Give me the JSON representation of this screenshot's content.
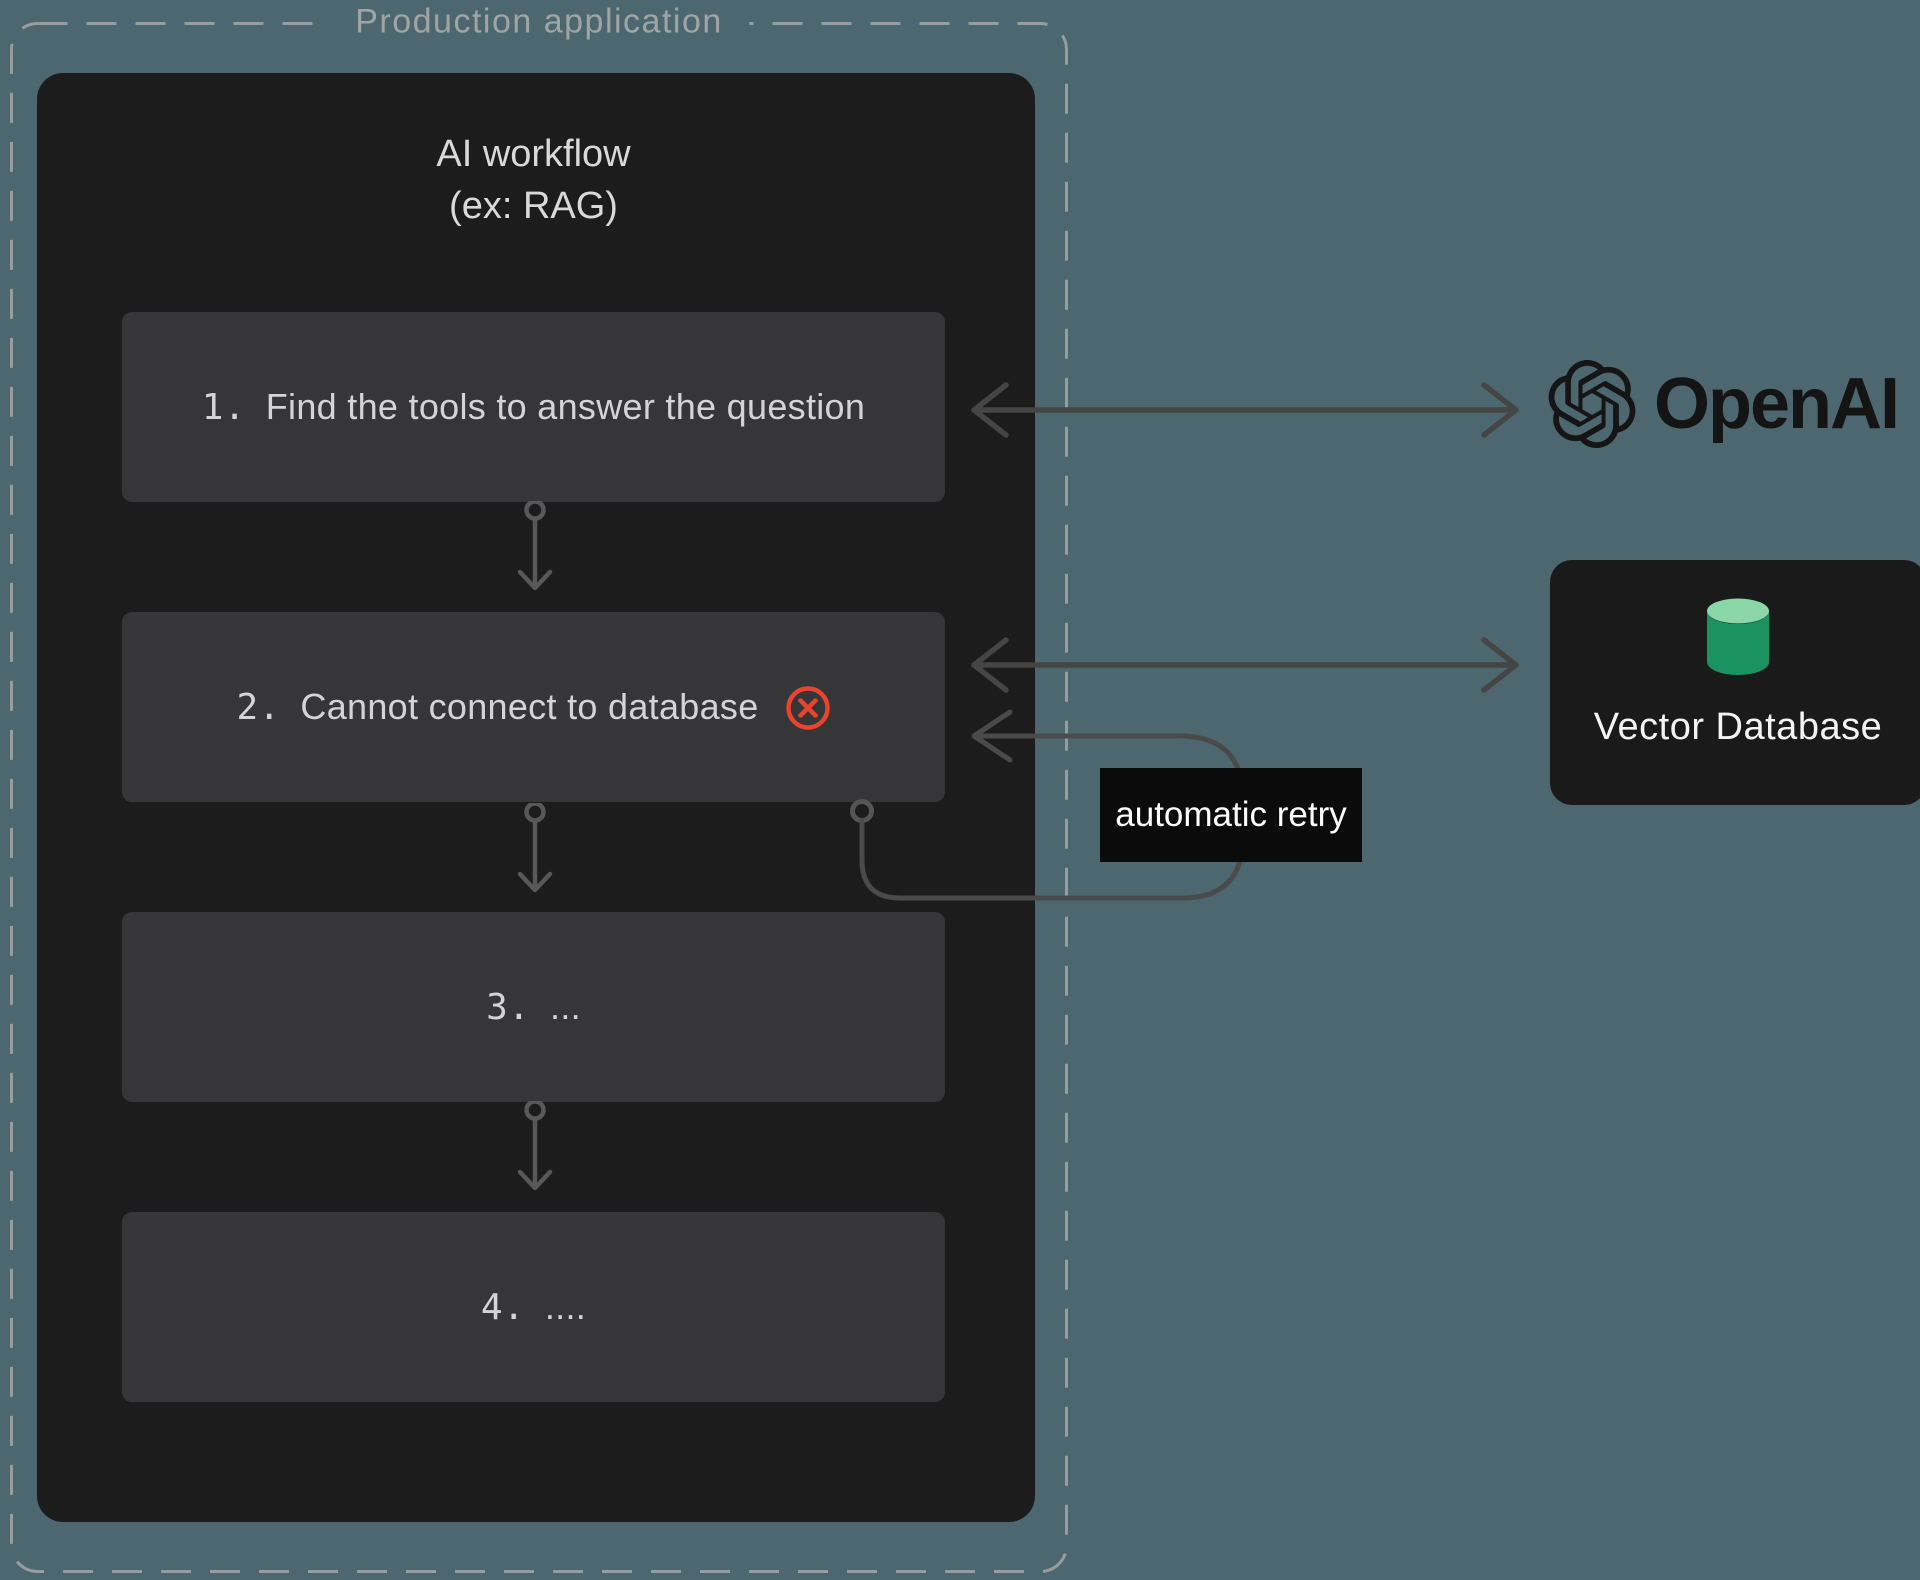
{
  "diagram": {
    "container_label": "Production application",
    "workflow": {
      "title": "AI workflow",
      "subtitle": "(ex: RAG)",
      "steps": [
        {
          "number": "1.",
          "label": "Find the tools to answer the question",
          "status": "ok"
        },
        {
          "number": "2.",
          "label": "Cannot connect to database",
          "status": "error"
        },
        {
          "number": "3.",
          "label": "...",
          "status": "ok"
        },
        {
          "number": "4.",
          "label": "....",
          "status": "ok"
        }
      ]
    },
    "annotations": {
      "retry_label": "automatic retry"
    },
    "external_services": [
      {
        "name": "OpenAI",
        "icon": "openai-logo"
      },
      {
        "name": "Vector Database",
        "icon": "database-cylinder"
      }
    ],
    "colors": {
      "background": "#4C676F",
      "panel": "#1C1C1D",
      "step_box": "#363638",
      "error_red": "#E8432D",
      "retry_label_bg": "#0B0B0B",
      "db_cylinder_top": "#8BD7A8",
      "db_cylinder_body": "#1B9360",
      "arrow_gray": "#4A4A4A",
      "dashed_border_gray": "#979C9C"
    }
  }
}
